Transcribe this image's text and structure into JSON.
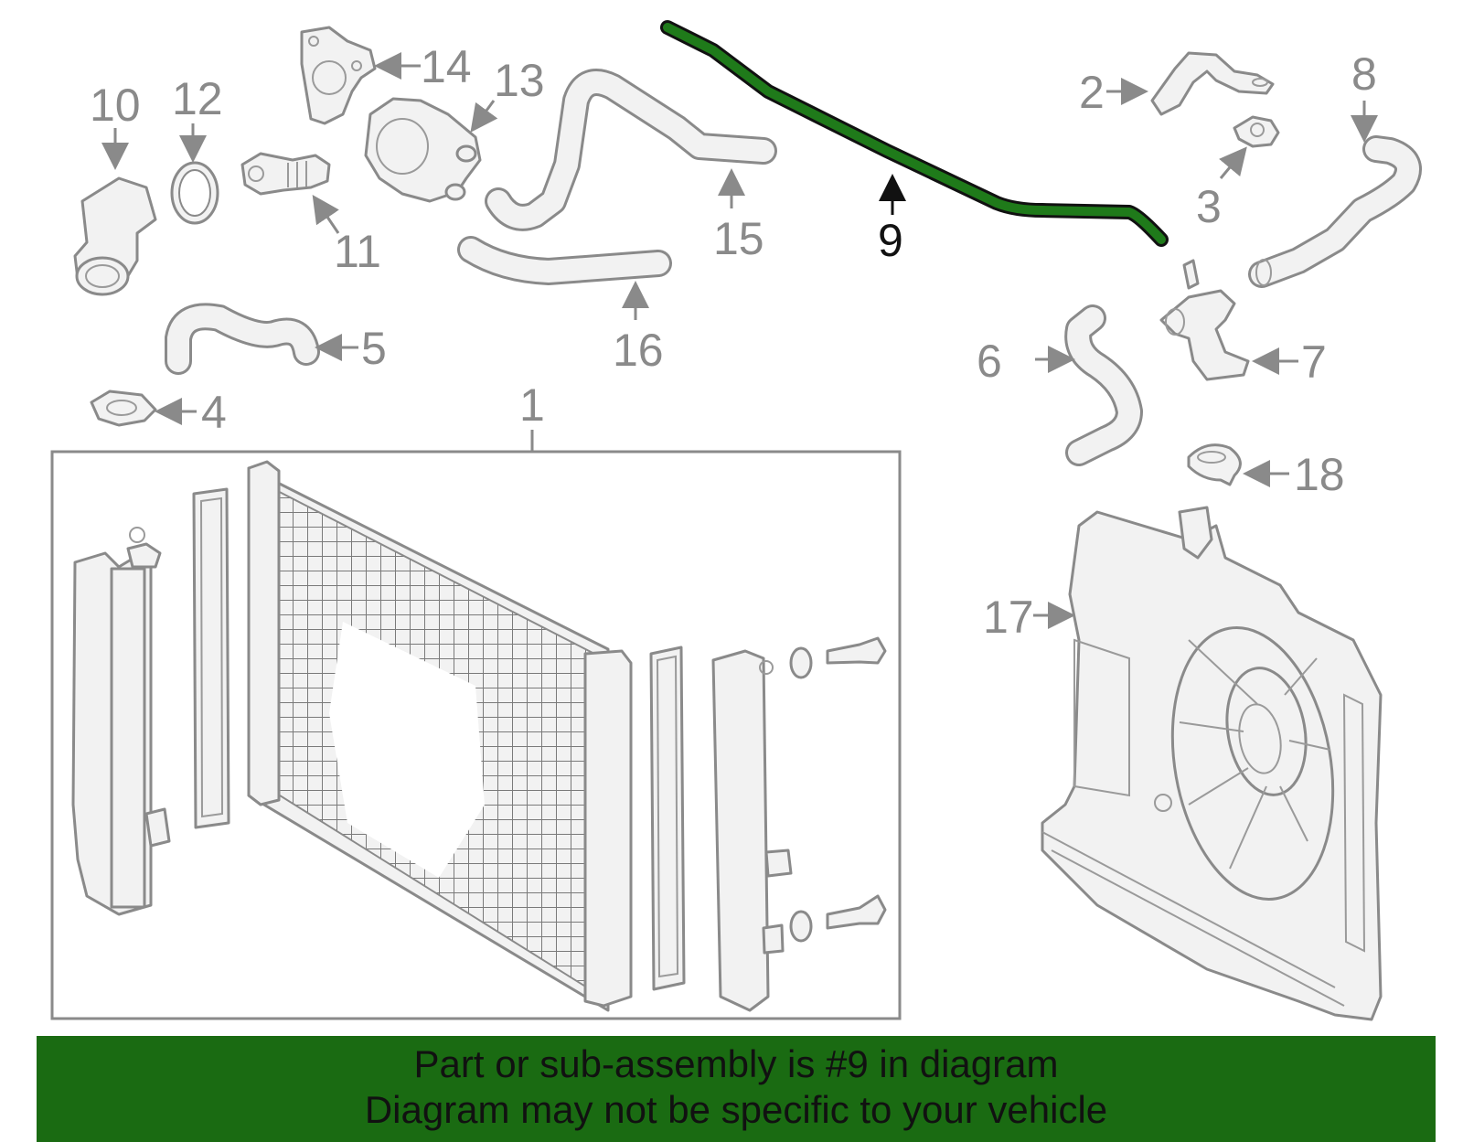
{
  "callouts": {
    "c1": "1",
    "c2": "2",
    "c3": "3",
    "c4": "4",
    "c5": "5",
    "c6": "6",
    "c7": "7",
    "c8": "8",
    "c9": "9",
    "c10": "10",
    "c11": "11",
    "c12": "12",
    "c13": "13",
    "c14": "14",
    "c15": "15",
    "c16": "16",
    "c17": "17",
    "c18": "18"
  },
  "highlight": {
    "part_number": "9",
    "color": "#1a6b12"
  },
  "banner": {
    "line1": "Part or sub-assembly is #9 in diagram",
    "line2": "Diagram may not be specific to your vehicle",
    "background": "#1a6b12"
  }
}
